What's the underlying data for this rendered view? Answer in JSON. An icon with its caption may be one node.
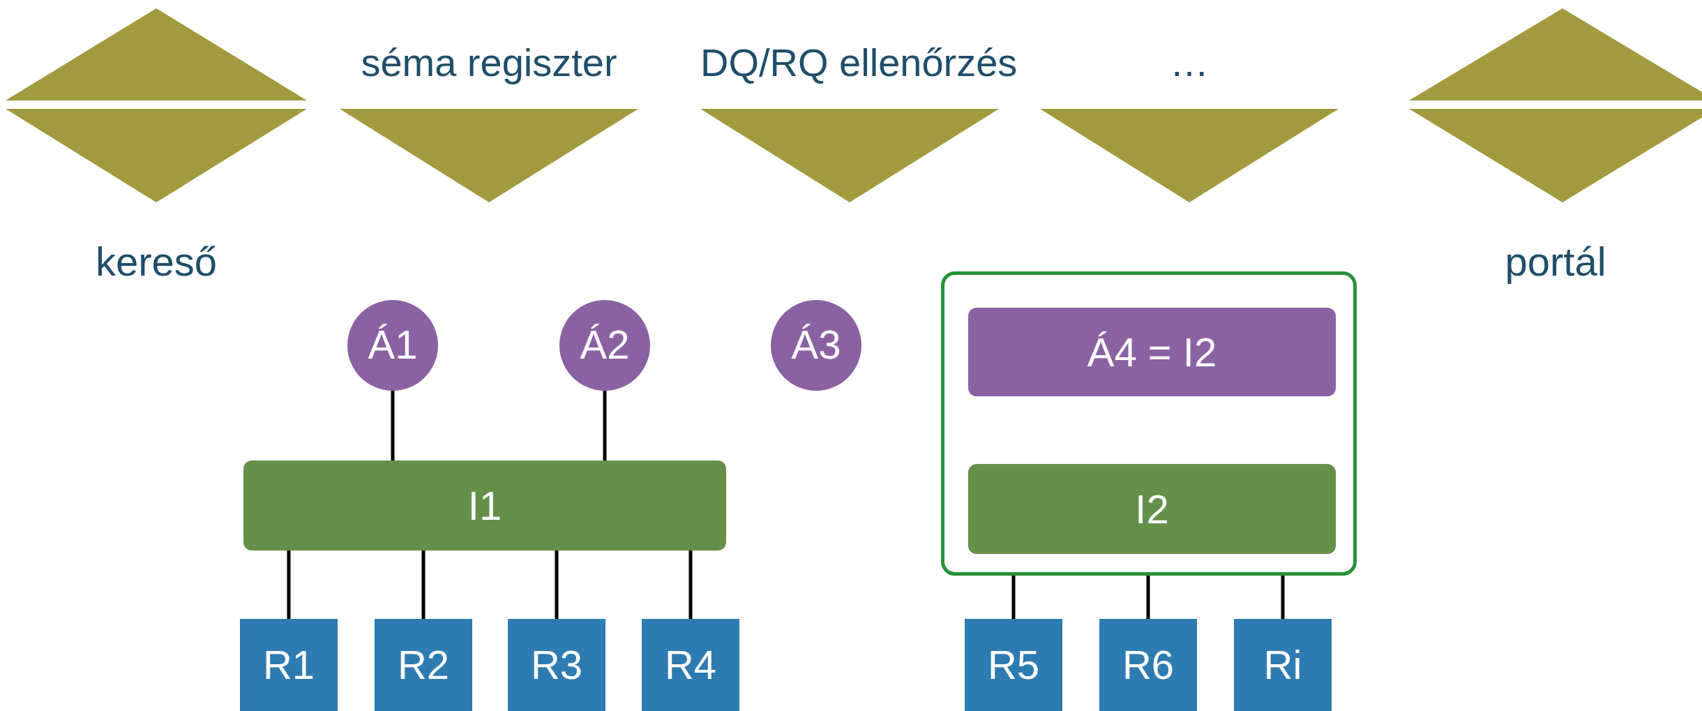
{
  "diagram": {
    "nodes": [
      {
        "text": [
          "kereső"
        ]
      },
      {
        "text": [
          "séma regiszter"
        ]
      },
      {
        "text": [
          "DQ/RQ ellenőrzés"
        ]
      },
      {
        "text": [
          "…"
        ]
      },
      {
        "text": [
          "portál"
        ]
      },
      {
        "text": [
          "Á1"
        ]
      },
      {
        "text": [
          "Á2"
        ]
      },
      {
        "text": [
          "Á3"
        ]
      },
      {
        "text": [],
        "shape": "box"
      },
      {
        "text": [
          "Á4 = I2"
        ],
        "in": 8
      },
      {
        "text": [
          "I1"
        ]
      },
      {
        "text": [
          "I2"
        ],
        "in": 8
      },
      {
        "text": [
          "R1"
        ]
      },
      {
        "text": [
          "R2"
        ]
      },
      {
        "text": [
          "R3"
        ]
      },
      {
        "text": [
          "R4"
        ]
      },
      {
        "text": [
          "R5"
        ]
      },
      {
        "text": [
          "R6"
        ]
      },
      {
        "text": [
          "Ri"
        ]
      }
    ],
    "edges": [
      {
        "from": 5,
        "to": 10,
        "arrow": "none"
      },
      {
        "from": 6,
        "to": 10,
        "arrow": "none"
      },
      {
        "from": 10,
        "to": 12,
        "arrow": "none"
      },
      {
        "from": 10,
        "to": 13,
        "arrow": "none"
      },
      {
        "from": 10,
        "to": 14,
        "arrow": "none"
      },
      {
        "from": 10,
        "to": 15,
        "arrow": "none"
      },
      {
        "from": 8,
        "to": 16,
        "arrow": "none"
      },
      {
        "from": 8,
        "to": 17,
        "arrow": "none"
      },
      {
        "from": 8,
        "to": 18,
        "arrow": "none"
      }
    ]
  }
}
